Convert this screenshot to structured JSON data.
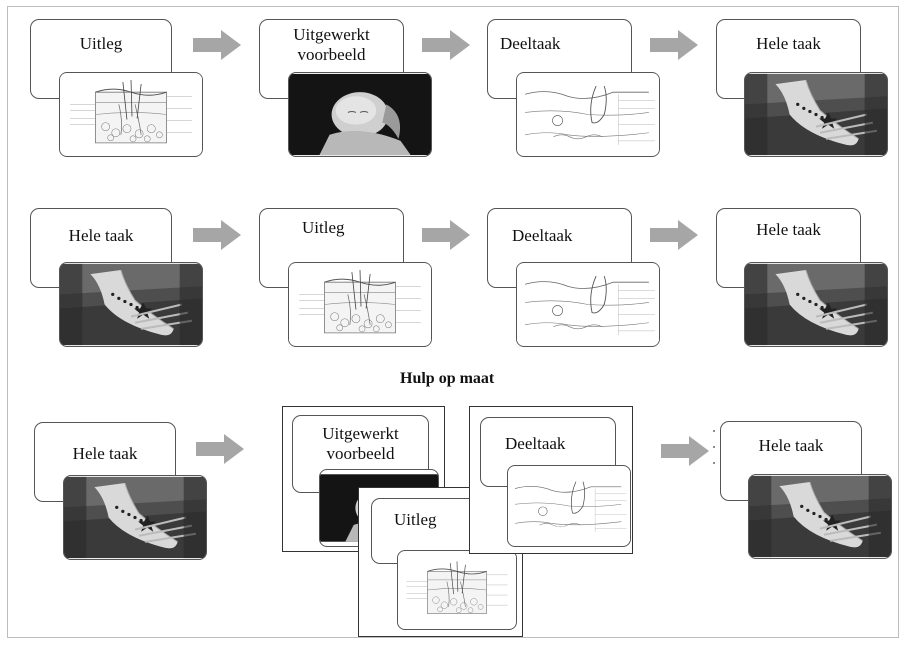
{
  "labels": {
    "uitleg": "Uitleg",
    "uitgewerkt_line1": "Uitgewerkt",
    "uitgewerkt_line2": "voorbeeld",
    "deeltaak": "Deeltaak",
    "hele_taak": "Hele taak"
  },
  "section_title": "Hulp op maat",
  "rows": [
    {
      "steps": [
        "Uitleg",
        "Uitgewerkt voorbeeld",
        "Deeltaak",
        "Hele taak"
      ]
    },
    {
      "steps": [
        "Hele taak",
        "Uitleg",
        "Deeltaak",
        "Hele taak"
      ]
    },
    {
      "steps": [
        "Hele taak",
        "Uitgewerkt voorbeeld + Uitleg + Deeltaak",
        "Hele taak"
      ]
    }
  ],
  "images": {
    "skin_diagram": "skin-cross-section-illustration",
    "skin_outline": "skin-layers-outline-illustration",
    "baby_photo": "sleeping-baby-photo",
    "foot_photo": "tattooed-foot-photo"
  },
  "colors": {
    "arrow": "#a6a6a6",
    "border": "#555555",
    "dark_photo": "#1a1a1a"
  }
}
